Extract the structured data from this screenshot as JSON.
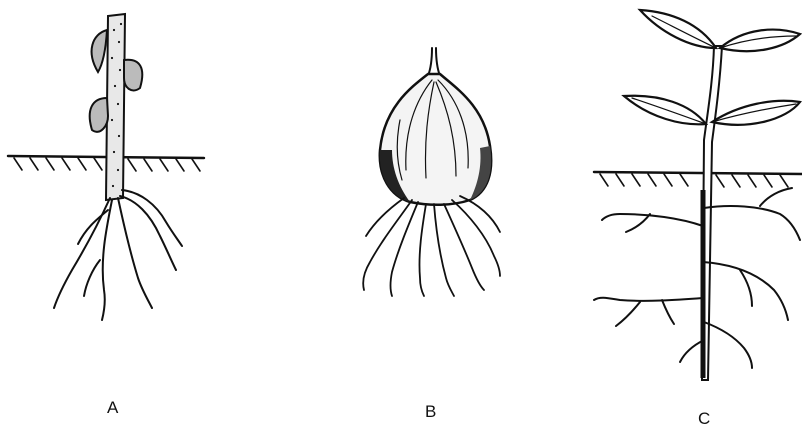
{
  "labels": {
    "a": "A",
    "b": "B",
    "c": "C"
  },
  "colors": {
    "ink": "#111111",
    "background": "#ffffff"
  }
}
